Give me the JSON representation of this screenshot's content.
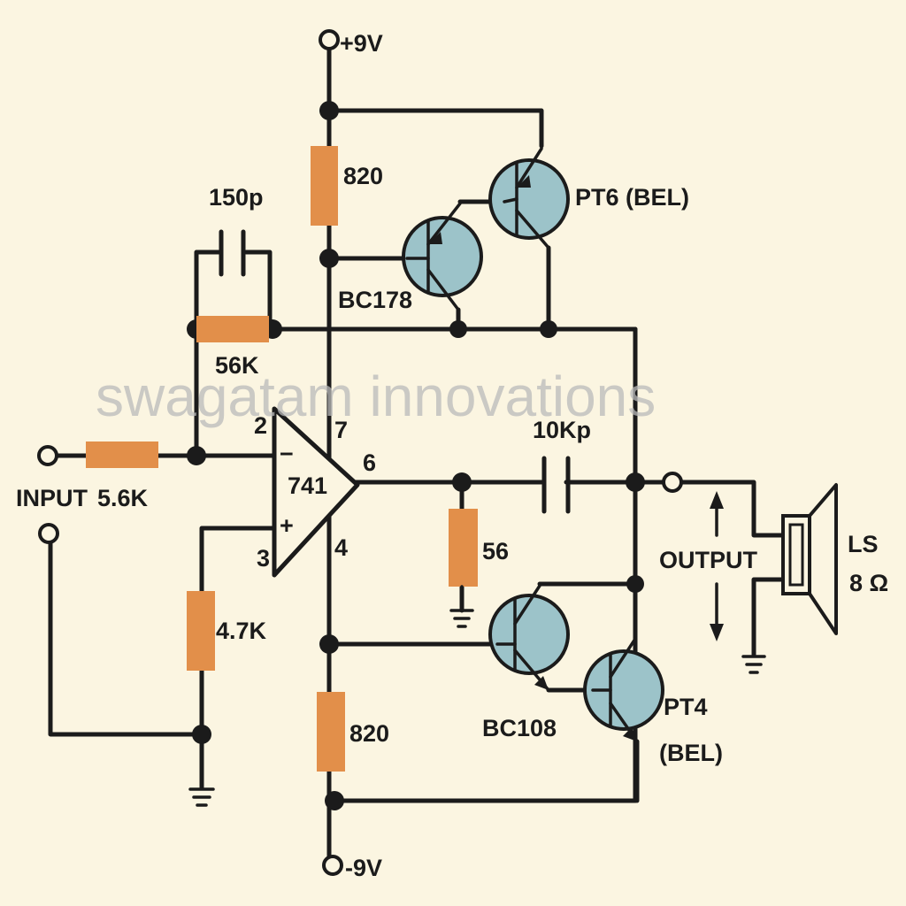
{
  "labels": {
    "vplus": "+9V",
    "vminus": "-9V",
    "r820_top": "820",
    "r820_bottom": "820",
    "pt6": "PT6 (BEL)",
    "bc178": "BC178",
    "c150p": "150p",
    "r56k": "56K",
    "pin2": "2",
    "pin7": "7",
    "pin6": "6",
    "pin3": "3",
    "pin4": "4",
    "opamp": "741",
    "minus_sign": "−",
    "plus_sign": "+",
    "c10kp": "10Kp",
    "input": "INPUT",
    "r5k6": "5.6K",
    "r56": "56",
    "r4k7": "4.7K",
    "output": "OUTPUT",
    "ls": "LS",
    "ohm": "8 Ω",
    "bc108": "BC108",
    "pt4": "PT4",
    "pt4_sub": "(BEL)",
    "watermark": "swagatam innovations"
  },
  "colors": {
    "background": "#fbf5e1",
    "resistor": "#e28f4a",
    "transistor": "#9cc3c9",
    "wire": "#1b1b1b"
  }
}
